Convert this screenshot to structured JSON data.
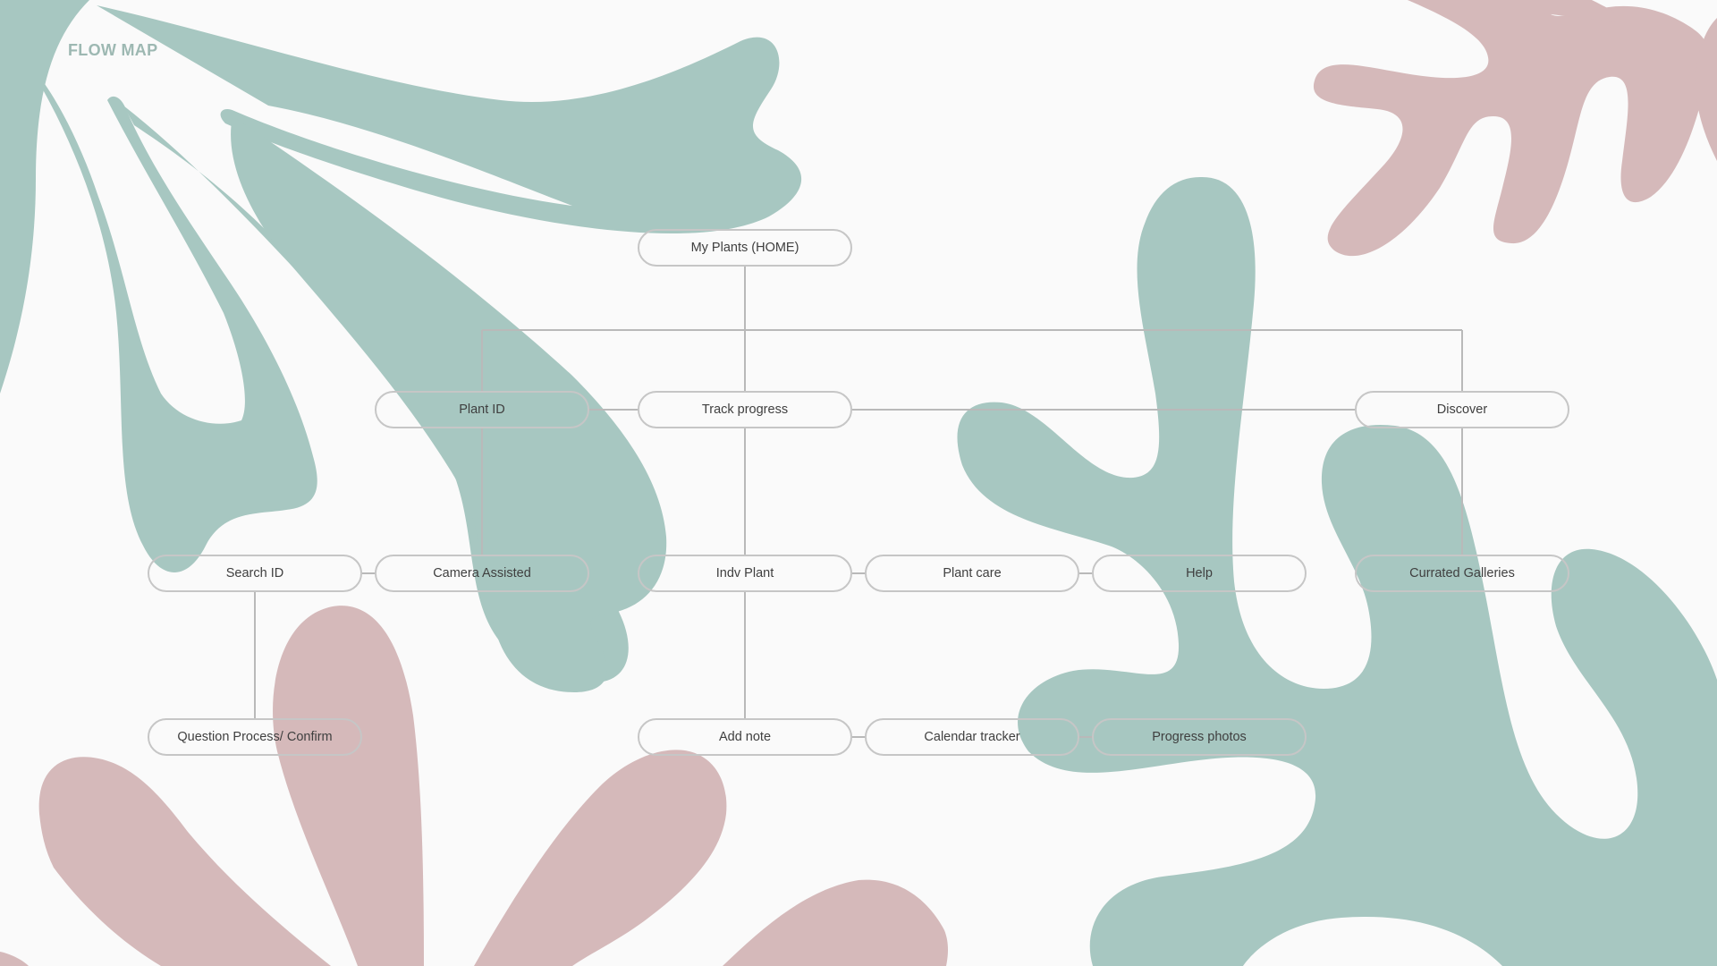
{
  "title": "FLOW MAP",
  "colors": {
    "background": "#fafafa",
    "leaf_green": "#a7c7c1",
    "leaf_pink": "#d5b9ba",
    "line": "#b9b9b9",
    "node_border": "#c6c6c6",
    "text": "#3f3f3f",
    "title": "#9db8b2"
  },
  "nodes": {
    "home": "My Plants (HOME)",
    "plant_id": "Plant ID",
    "track_progress": "Track progress",
    "discover": "Discover",
    "search_id": "Search ID",
    "camera_assisted": "Camera Assisted",
    "indv_plant": "Indv Plant",
    "plant_care": "Plant care",
    "help": "Help",
    "curated_galleries": "Currated Galleries",
    "question_process": "Question Process/ Confirm",
    "add_note": "Add note",
    "calendar_tracker": "Calendar tracker",
    "progress_photos": "Progress photos"
  },
  "edges": [
    [
      "home",
      "track_progress"
    ],
    [
      "home",
      "plant_id"
    ],
    [
      "home",
      "discover"
    ],
    [
      "plant_id",
      "track_progress"
    ],
    [
      "track_progress",
      "discover"
    ],
    [
      "plant_id",
      "camera_assisted"
    ],
    [
      "track_progress",
      "indv_plant"
    ],
    [
      "discover",
      "curated_galleries"
    ],
    [
      "search_id",
      "camera_assisted"
    ],
    [
      "indv_plant",
      "plant_care"
    ],
    [
      "plant_care",
      "help"
    ],
    [
      "search_id",
      "question_process"
    ],
    [
      "indv_plant",
      "add_note"
    ],
    [
      "add_note",
      "calendar_tracker"
    ],
    [
      "calendar_tracker",
      "progress_photos"
    ]
  ]
}
